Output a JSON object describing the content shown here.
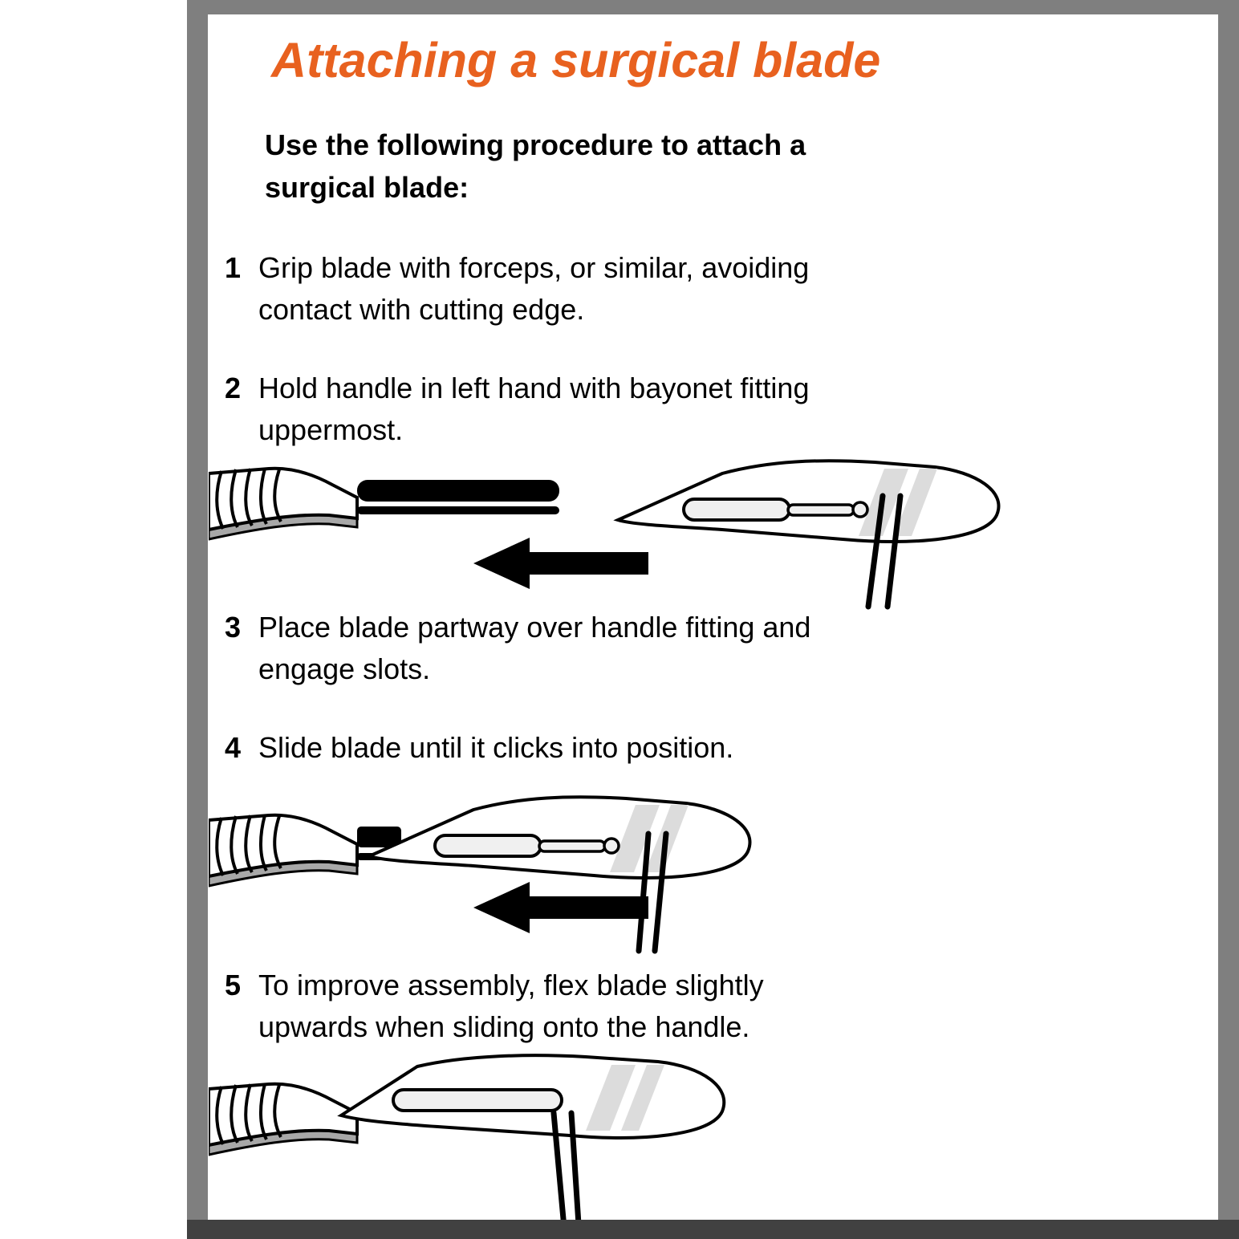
{
  "page": {
    "title": "Attaching a surgical blade",
    "intro_lines": [
      "Use the following procedure to attach a",
      "surgical blade:"
    ],
    "steps": [
      {
        "num": "1",
        "lines": [
          "Grip blade with forceps, or similar, avoiding",
          "contact with cutting edge."
        ]
      },
      {
        "num": "2",
        "lines": [
          "Hold handle in left hand with bayonet fitting",
          "uppermost."
        ]
      },
      {
        "num": "3",
        "lines": [
          "Place blade partway over handle fitting and",
          "engage slots."
        ]
      },
      {
        "num": "4",
        "lines": [
          "Slide blade until it clicks into position."
        ]
      },
      {
        "num": "5",
        "lines": [
          "To improve assembly, flex blade slightly",
          "upwards when sliding onto the handle."
        ]
      }
    ],
    "illustrations": [
      {
        "name": "blade-approaching-handle"
      },
      {
        "name": "blade-partway-on-handle"
      },
      {
        "name": "blade-fully-attached"
      }
    ],
    "colors": {
      "title_orange": "#E8611F",
      "frame_gray": "#7F7F7F",
      "frame_bottom_dark": "#414141",
      "shading_gray": "#DCDCDC",
      "handle_edge_gray": "#A8A8A8",
      "ink_black": "#000000"
    }
  }
}
